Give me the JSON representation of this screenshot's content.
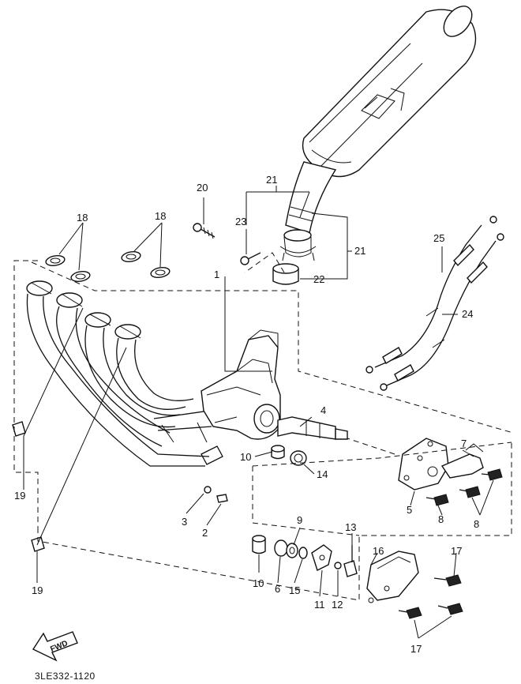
{
  "catalog_code": "3LE332-1120",
  "fwd_label": "FWD",
  "part_labels": {
    "p1": "1",
    "p2": "2",
    "p3": "3",
    "p4": "4",
    "p5": "5",
    "p6": "6",
    "p7": "7",
    "p8a": "8",
    "p8b": "8",
    "p9": "9",
    "p10a": "10",
    "p10b": "10",
    "p11": "11",
    "p12": "12",
    "p13": "13",
    "p14": "14",
    "p15": "15",
    "p16": "16",
    "p17a": "17",
    "p17b": "17",
    "p18a": "18",
    "p18b": "18",
    "p19a": "19",
    "p19b": "19",
    "p20": "20",
    "p21a": "21",
    "p21b": "21",
    "p22": "22",
    "p23": "23",
    "p24": "24",
    "p25": "25"
  }
}
